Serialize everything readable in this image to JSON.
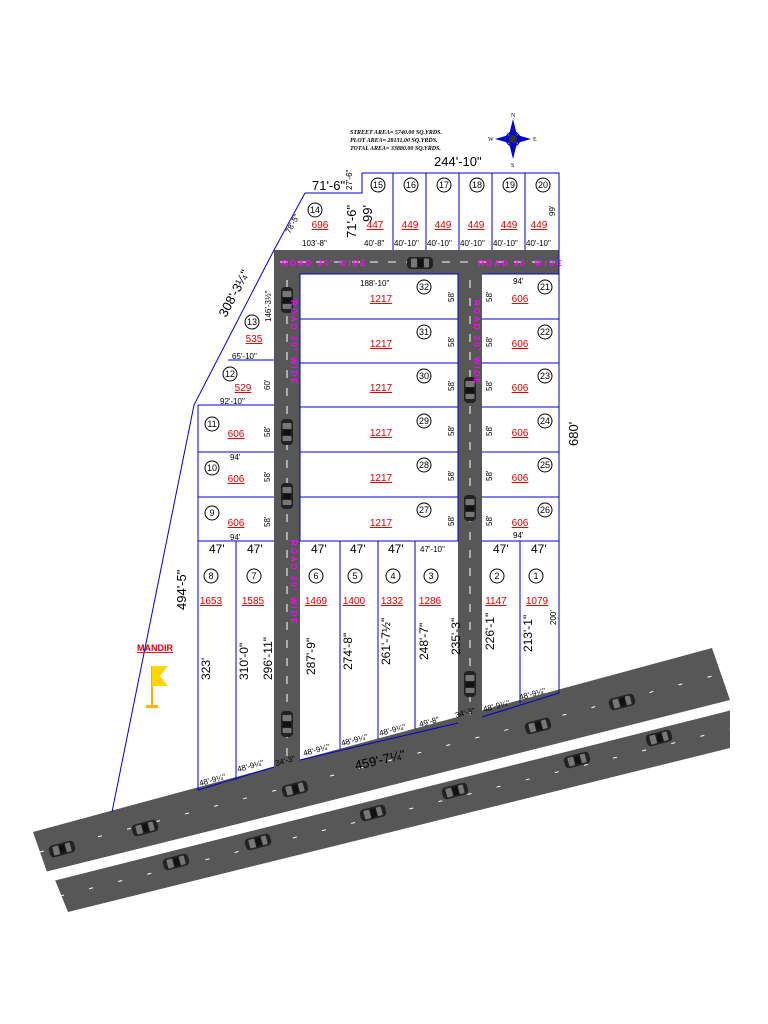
{
  "summary": {
    "street_area": "STREET AREA= 5740.00 SQ.YRDS.",
    "plot_area": "PLOT   AREA= 28131.00 SQ.YRDS.",
    "total_area": "TOTAL AREA= 33880.00 SQ.YRDS."
  },
  "compass": {
    "n": "N",
    "s": "S",
    "e": "E",
    "w": "W"
  },
  "landmark": {
    "label": "MANDIR"
  },
  "roads": {
    "top_road_label": "ROAD 30' WIDE",
    "left_road_label": "ROAD 30' WIDE",
    "right_road_label": "ROAD 30' WIDE"
  },
  "plots": [
    {
      "no": "1",
      "area": "1079"
    },
    {
      "no": "2",
      "area": "1147"
    },
    {
      "no": "3",
      "area": "1286"
    },
    {
      "no": "4",
      "area": "1332"
    },
    {
      "no": "5",
      "area": "1400"
    },
    {
      "no": "6",
      "area": "1469"
    },
    {
      "no": "7",
      "area": "1585"
    },
    {
      "no": "8",
      "area": "1653"
    },
    {
      "no": "9",
      "area": "606"
    },
    {
      "no": "10",
      "area": "606"
    },
    {
      "no": "11",
      "area": "606"
    },
    {
      "no": "12",
      "area": "529"
    },
    {
      "no": "13",
      "area": "535"
    },
    {
      "no": "14",
      "area": "696"
    },
    {
      "no": "15",
      "area": "447"
    },
    {
      "no": "16",
      "area": "449"
    },
    {
      "no": "17",
      "area": "449"
    },
    {
      "no": "18",
      "area": "449"
    },
    {
      "no": "19",
      "area": "449"
    },
    {
      "no": "20",
      "area": "449"
    },
    {
      "no": "21",
      "area": "606"
    },
    {
      "no": "22",
      "area": "606"
    },
    {
      "no": "23",
      "area": "606"
    },
    {
      "no": "24",
      "area": "606"
    },
    {
      "no": "25",
      "area": "606"
    },
    {
      "no": "26",
      "area": "606"
    },
    {
      "no": "27",
      "area": "1217"
    },
    {
      "no": "28",
      "area": "1217"
    },
    {
      "no": "29",
      "area": "1217"
    },
    {
      "no": "30",
      "area": "1217"
    },
    {
      "no": "31",
      "area": "1217"
    },
    {
      "no": "32",
      "area": "1217"
    }
  ],
  "dimensions": {
    "top_total": "244'-10\"",
    "top_left": "71'-6\"",
    "top_depth": "27'-6\"",
    "p14_side": "78'-5\"",
    "p14_depth": "71'-6\"",
    "p14_front": "103'-8\"",
    "p15_depth": "99'",
    "p20_depth": "99'",
    "front_40_8": "40'-8\"",
    "front_40_10": "40'-10\"",
    "left_diag": "308'-3¼\"",
    "p13_front": "146'-3½\"",
    "p12_top": "65'-10\"",
    "p12_bottom": "92'-10\"",
    "p12_depth": "60'",
    "w94": "94'",
    "d58": "58'",
    "block_top": "188'-10\"",
    "right_side": "680'",
    "left_side": "494'-5\"",
    "w47": "47'",
    "w47_10": "47'-10\"",
    "d1": "213'-1\"",
    "d1b": "200'",
    "d2": "226'-1\"",
    "d3": "235'-3\"",
    "d3b": "248'-7\"",
    "d4": "261'-7½\"",
    "d5": "274'-8\"",
    "d6": "287'-9\"",
    "d7": "296'-11\"",
    "d7b": "310'-0\"",
    "d8": "323'",
    "bottom_total": "459'-7¼\"",
    "b48": "48'-9¼\"",
    "b49": "49'-8\"",
    "b34": "34'-3\""
  },
  "colors": {
    "boundary": "#0000cc",
    "road": "#5a5a5a",
    "road_text": "#ff00ff",
    "area_text": "#e00000",
    "flag": "#ffd400"
  }
}
